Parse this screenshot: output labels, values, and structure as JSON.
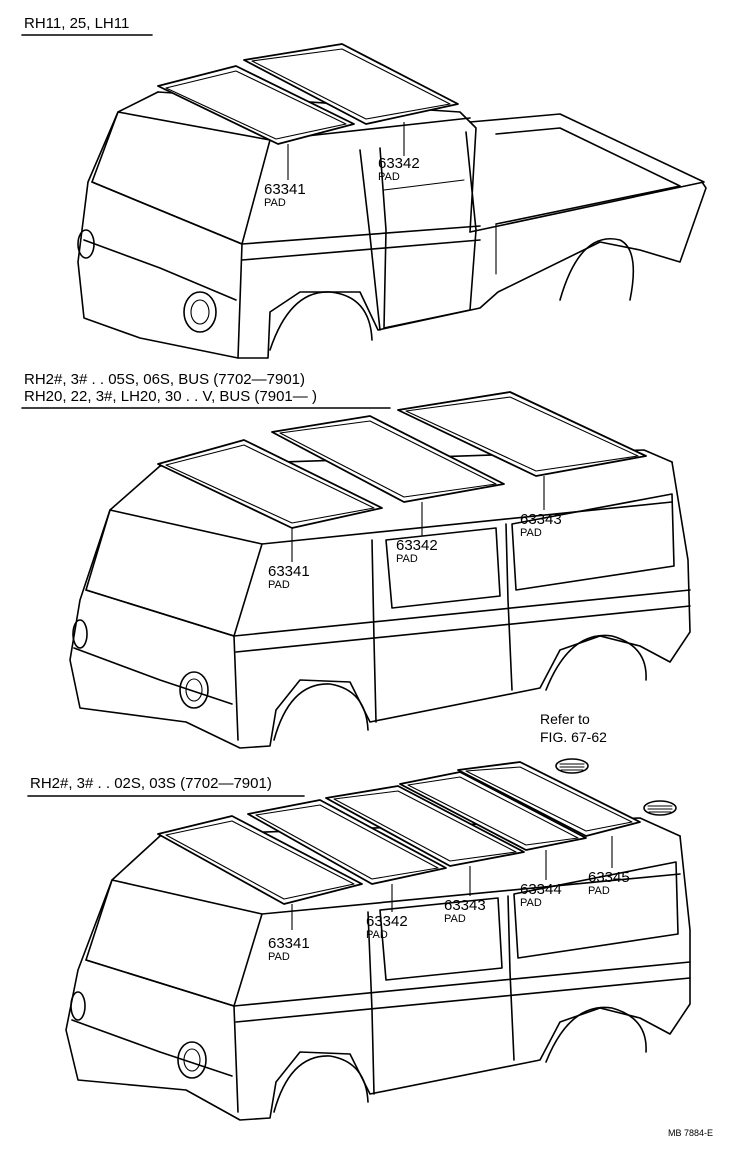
{
  "sections": [
    {
      "header_lines": [
        "RH11, 25, LH11"
      ],
      "callouts": [
        {
          "part_no": "63341",
          "name": "PAD"
        },
        {
          "part_no": "63342",
          "name": "PAD"
        }
      ]
    },
    {
      "header_lines": [
        "RH2#, 3# . . 05S, 06S, BUS (7702—7901)",
        "RH20, 22, 3#, LH20, 30 . . V, BUS (7901—          )"
      ],
      "callouts": [
        {
          "part_no": "63341",
          "name": "PAD"
        },
        {
          "part_no": "63342",
          "name": "PAD"
        },
        {
          "part_no": "63343",
          "name": "PAD"
        }
      ]
    },
    {
      "header_lines": [
        "RH2#, 3# . . 02S, 03S (7702—7901)"
      ],
      "callouts": [
        {
          "part_no": "63341",
          "name": "PAD"
        },
        {
          "part_no": "63342",
          "name": "PAD"
        },
        {
          "part_no": "63343",
          "name": "PAD"
        },
        {
          "part_no": "63344",
          "name": "PAD"
        },
        {
          "part_no": "63345",
          "name": "PAD"
        }
      ]
    }
  ],
  "reference": {
    "line1": "Refer to",
    "line2": "FIG. 67-62"
  },
  "drawing_code": "MB  7884-E"
}
